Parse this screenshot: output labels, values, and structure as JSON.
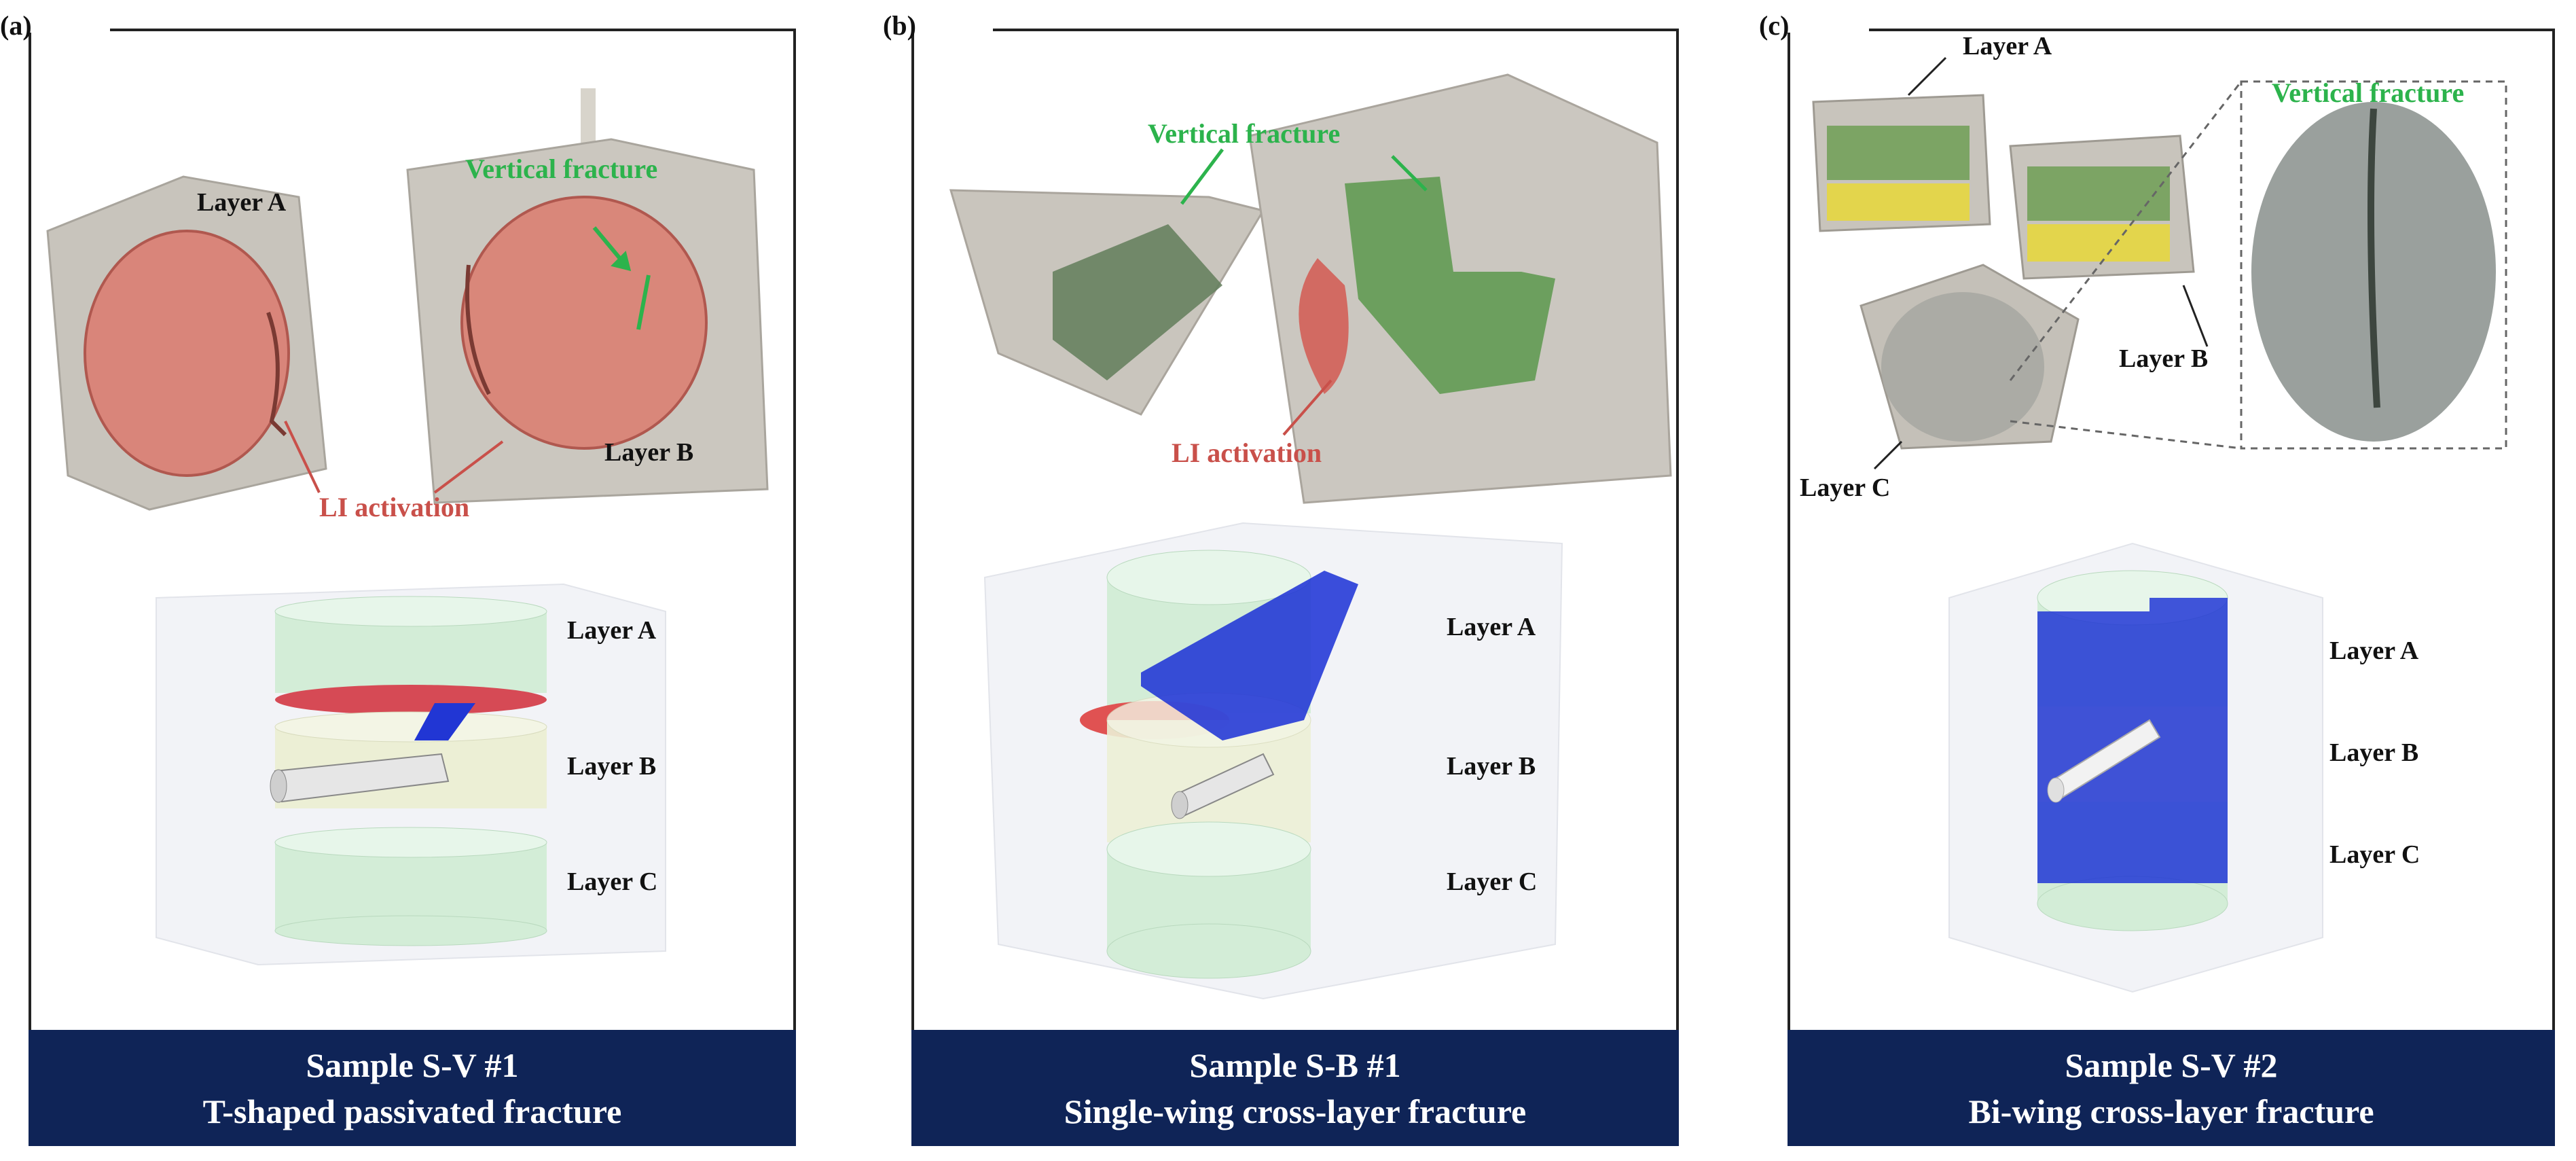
{
  "panels": [
    {
      "letter": "(a)",
      "photo_labels": {
        "layer_a": "Layer A",
        "layer_b": "Layer B",
        "vertical": "Vertical fracture",
        "li": "LI activation"
      },
      "model_labels": {
        "layer_a": "Layer A",
        "layer_b": "Layer B",
        "layer_c": "Layer C"
      },
      "banner": {
        "line1": "Sample S-V #1",
        "line2": "T-shaped passivated fracture"
      }
    },
    {
      "letter": "(b)",
      "photo_labels": {
        "vertical": "Vertical fracture",
        "li": "LI activation"
      },
      "model_labels": {
        "layer_a": "Layer A",
        "layer_b": "Layer B",
        "layer_c": "Layer C"
      },
      "banner": {
        "line1": "Sample S-B #1",
        "line2": "Single-wing cross-layer fracture"
      }
    },
    {
      "letter": "(c)",
      "photo_labels": {
        "layer_a": "Layer A",
        "layer_b": "Layer B",
        "layer_c": "Layer C",
        "vertical": "Vertical fracture"
      },
      "model_labels": {
        "layer_a": "Layer A",
        "layer_b": "Layer B",
        "layer_c": "Layer C"
      },
      "banner": {
        "line1": "Sample S-V #2",
        "line2": "Bi-wing cross-layer fracture"
      }
    }
  ],
  "colors": {
    "banner": "#0f2457",
    "fracture_green": "#2cb34c",
    "li_red": "#c9504a",
    "fracture_blue": "#1a2fd6",
    "layer_green": "#cfeed6",
    "layer_yellow": "#ecefd5",
    "rock": "#c9c6bf"
  },
  "icons": [
    "rock-specimen-photo",
    "cylinder-model",
    "wellbore-pipe",
    "arrow"
  ]
}
